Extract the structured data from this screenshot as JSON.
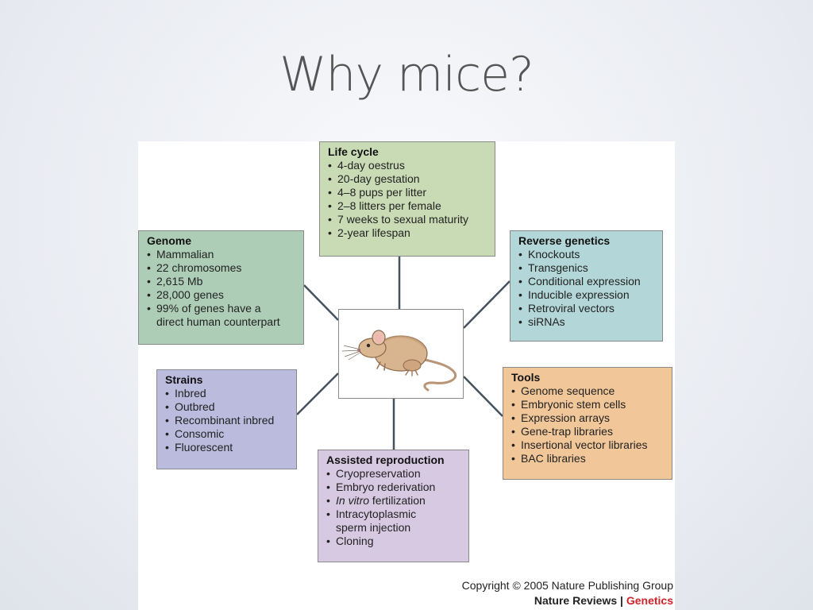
{
  "slide": {
    "title": "Why mice?"
  },
  "diagram": {
    "life_cycle": {
      "heading": "Life cycle",
      "items": [
        "4-day oestrus",
        "20-day gestation",
        "4–8 pups per litter",
        "2–8 litters per female",
        "7 weeks to sexual maturity",
        "2-year lifespan"
      ]
    },
    "genome": {
      "heading": "Genome",
      "items": [
        "Mammalian",
        "22 chromosomes",
        "2,615 Mb",
        "28,000 genes",
        "99% of genes have a",
        "direct human counterpart"
      ]
    },
    "reverse_genetics": {
      "heading": "Reverse genetics",
      "items": [
        "Knockouts",
        "Transgenics",
        "Conditional expression",
        "Inducible expression",
        "Retroviral vectors",
        "siRNAs"
      ]
    },
    "strains": {
      "heading": "Strains",
      "items": [
        "Inbred",
        "Outbred",
        "Recombinant inbred",
        "Consomic",
        "Fluorescent"
      ]
    },
    "tools": {
      "heading": "Tools",
      "items": [
        "Genome sequence",
        "Embryonic stem cells",
        "Expression arrays",
        "Gene-trap libraries",
        "Insertional vector libraries",
        "BAC libraries"
      ]
    },
    "assisted_reproduction": {
      "heading": "Assisted reproduction",
      "items": [
        "Cryopreservation",
        "Embryo rederivation",
        "In vitro",
        "fertilization",
        "Intracytoplasmic",
        "sperm injection",
        "Cloning"
      ]
    },
    "colors": {
      "genome": "#aecdb6",
      "life_cycle": "#c9dbb5",
      "reverse_genetics": "#b3d7d8",
      "strains": "#babbdd",
      "tools": "#f1c79a",
      "assisted_reproduction": "#d8c9e2",
      "connector": "#45525f"
    },
    "credit": {
      "copyright": "Copyright © 2005 Nature Publishing Group",
      "journal": "Nature Reviews",
      "separator": " | ",
      "journal_sub": "Genetics"
    }
  }
}
